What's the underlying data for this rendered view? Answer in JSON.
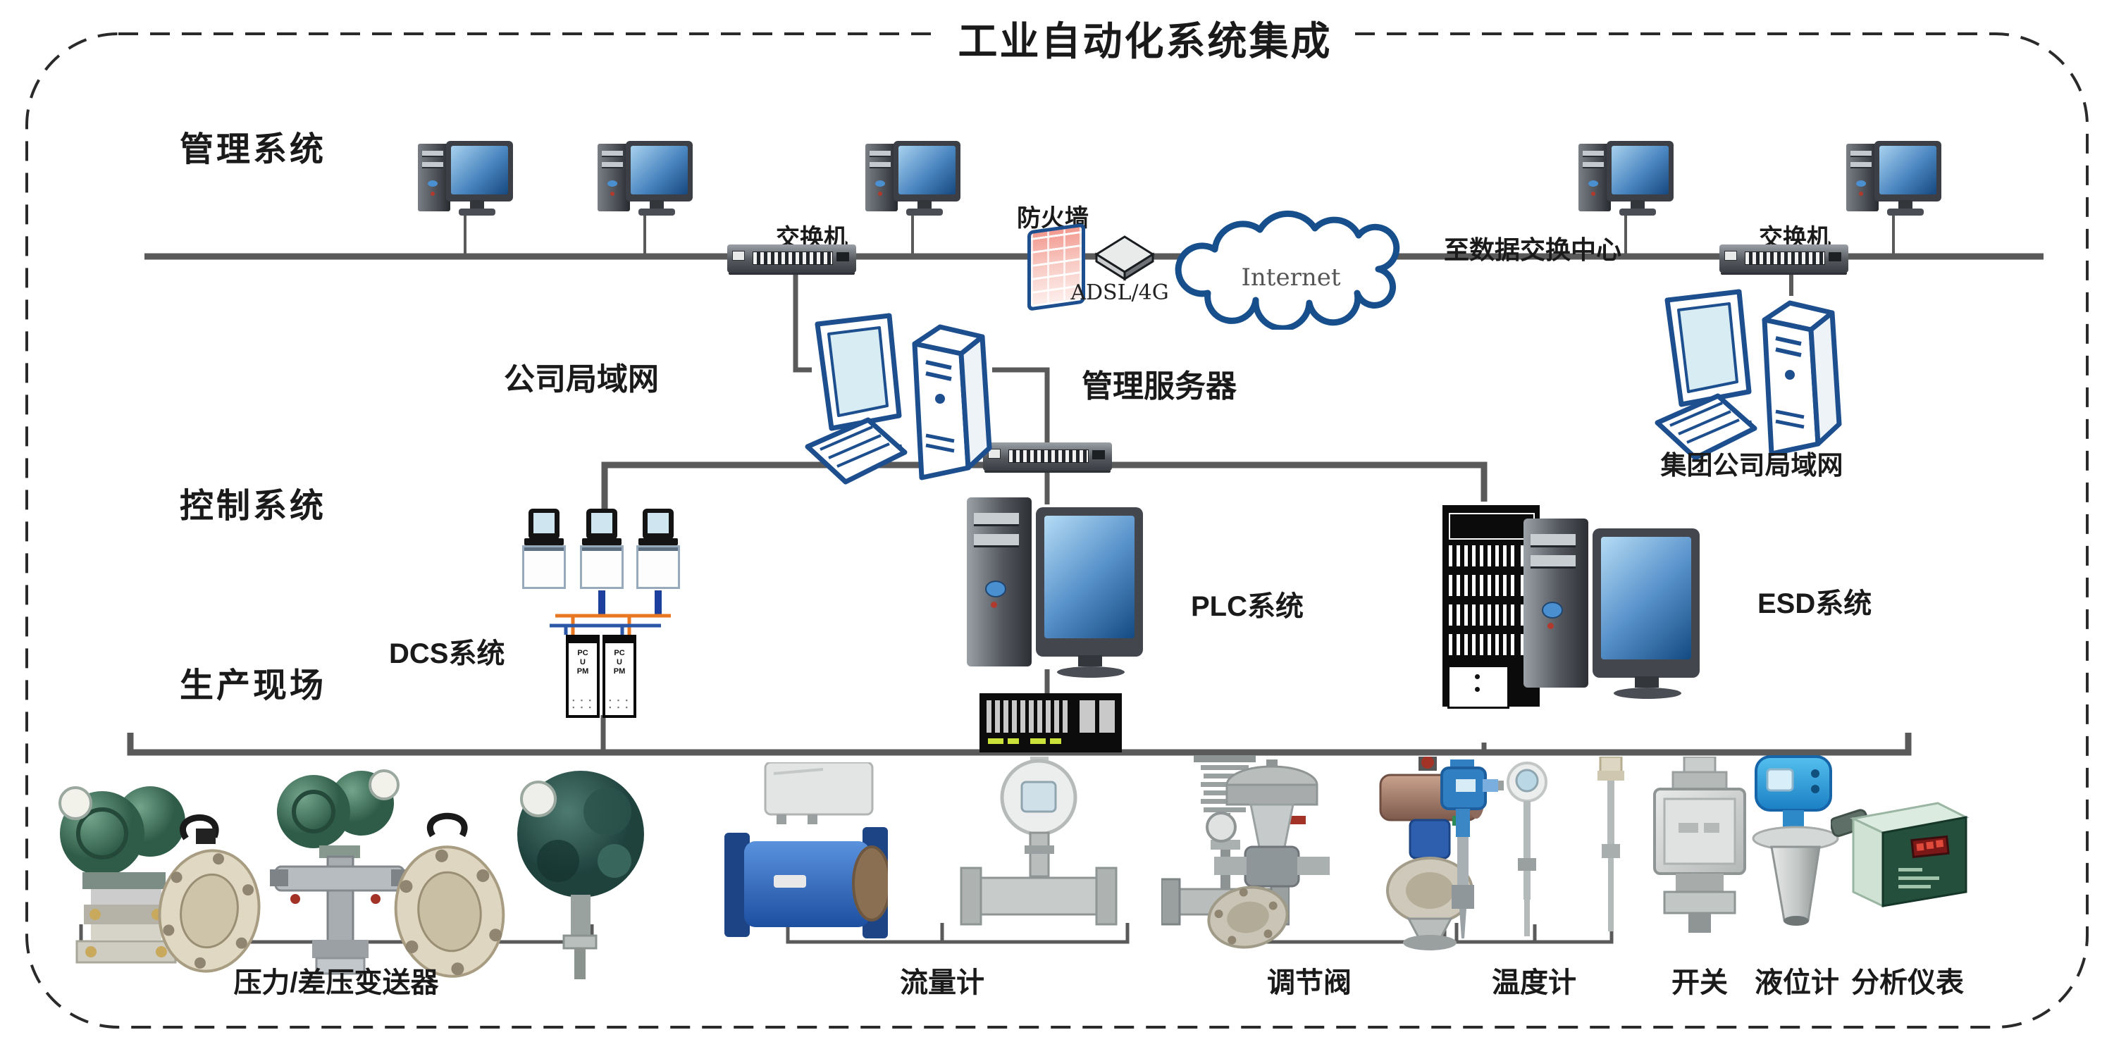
{
  "title": "工业自动化系统集成",
  "sections": {
    "management": "管理系统",
    "control": "控制系统",
    "field": "生产现场"
  },
  "network": {
    "switch_left_label": "交换机",
    "switch_right_label": "交换机",
    "firewall_label": "防火墙",
    "adsl_label": "ADSL/4G",
    "internet_label": "Internet",
    "to_data_center_label": "至数据交换中心",
    "company_lan_label": "公司局域网",
    "management_server_label": "管理服务器",
    "group_lan_label": "集团公司局域网"
  },
  "systems": {
    "dcs_label": "DCS系统",
    "plc_label": "PLC系统",
    "esd_label": "ESD系统",
    "pcu_lines": [
      "PC",
      "U",
      "PM"
    ]
  },
  "instruments": {
    "pressure_label": "压力/差压变送器",
    "flow_label": "流量计",
    "valve_label": "调节阀",
    "temperature_label": "温度计",
    "switch_label": "开关",
    "level_label": "液位计",
    "analyzer_label": "分析仪表"
  },
  "colors": {
    "bus_gray": "#5a5a5a",
    "clipart_blue": "#1d4f8f",
    "cloud_blue": "#174f8c",
    "dcs_drop_blue": "#1d3f9e",
    "dcs_bus_orange": "#e87722",
    "dcs_bus_blue": "#2b57a7",
    "firewall_pink": "#f2998f",
    "flowmeter_blue": "#2f6fc4",
    "radar_blue": "#2a97d8",
    "analyzer_green": "#234f3c"
  }
}
